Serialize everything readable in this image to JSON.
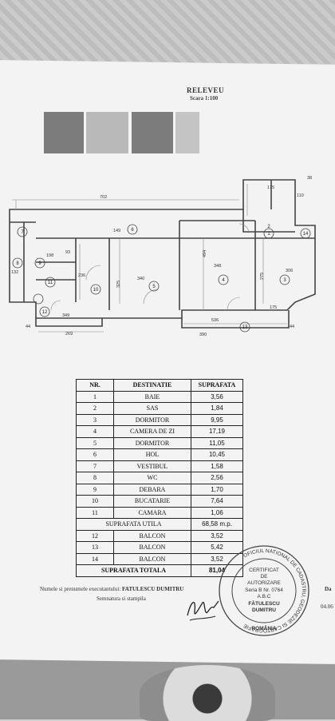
{
  "document": {
    "title": "RELEVEU",
    "scale": "Scara 1:100"
  },
  "plan": {
    "room_numbers": [
      "1",
      "2",
      "3",
      "4",
      "5",
      "6",
      "7",
      "8",
      "9",
      "10",
      "11",
      "12",
      "13",
      "14"
    ],
    "dimensions": {
      "d702": "702",
      "d149": "149",
      "d494": "494",
      "d348": "348",
      "d306": "306",
      "d275": "275",
      "d175": "175",
      "d340": "340",
      "d325": "325",
      "d236": "236",
      "d349": "349",
      "d269": "269",
      "d536": "536",
      "d390": "390",
      "d198": "198",
      "d93": "93",
      "d132": "132",
      "d44a": "44",
      "d44b": "44",
      "d110": "110",
      "d175b": "175",
      "d38": "38"
    }
  },
  "table": {
    "headers": [
      "NR.",
      "DESTINATIE",
      "SUPRAFATA"
    ],
    "rows": [
      {
        "nr": "1",
        "dest": "BAIE",
        "area": "3,56"
      },
      {
        "nr": "2",
        "dest": "SAS",
        "area": "1,84"
      },
      {
        "nr": "3",
        "dest": "DORMITOR",
        "area": "9,95"
      },
      {
        "nr": "4",
        "dest": "CAMERA DE ZI",
        "area": "17,19"
      },
      {
        "nr": "5",
        "dest": "DORMITOR",
        "area": "11,05"
      },
      {
        "nr": "6",
        "dest": "HOL",
        "area": "10,45"
      },
      {
        "nr": "7",
        "dest": "VESTIBUL",
        "area": "1,58"
      },
      {
        "nr": "8",
        "dest": "WC",
        "area": "2,56"
      },
      {
        "nr": "9",
        "dest": "DEBARA",
        "area": "1,70"
      },
      {
        "nr": "10",
        "dest": "BUCATARIE",
        "area": "7,64"
      },
      {
        "nr": "11",
        "dest": "CAMARA",
        "area": "1,06"
      }
    ],
    "util_label": "SUPRAFATA UTILA",
    "util_value": "68,58 m.p.",
    "balcony_rows": [
      {
        "nr": "12",
        "dest": "BALCON",
        "area": "3,52"
      },
      {
        "nr": "13",
        "dest": "BALCON",
        "area": "5,42"
      },
      {
        "nr": "14",
        "dest": "BALCON",
        "area": "3,52"
      }
    ],
    "total_label": "SUPRAFATA TOTALA",
    "total_value": "81,04"
  },
  "footer": {
    "executant_label": "Numele si prenumele executantului:",
    "executant_name": "FATULESCU DUMITRU",
    "signature_label": "Semnatura si stampila",
    "edge_da": "Da",
    "edge_date": "04.06"
  },
  "stamp": {
    "ring_text": "OFICIUL NATIONAL DE CADASTRU, GEODEZIE SI CARTOGRAFIE",
    "line1": "CERTIFICAT",
    "line2": "DE",
    "line3": "AUTORIZARE",
    "line4": "Seria B Nr. 0764",
    "line5": "A.B.C",
    "line6": "FĂTULESCU",
    "line7": "DUMITRU",
    "line8": "ROMÂNIA"
  }
}
